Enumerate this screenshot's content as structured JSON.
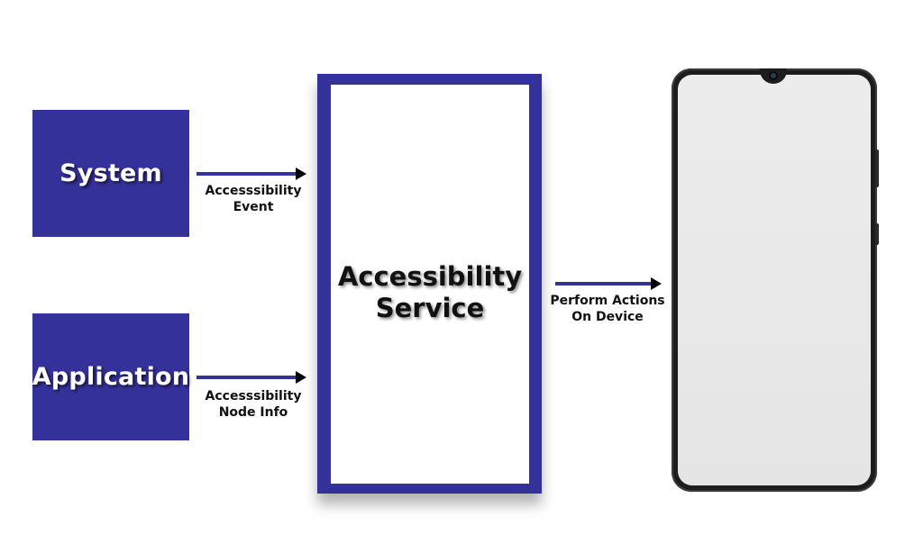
{
  "diagram": {
    "nodes": {
      "system": "System",
      "application": "Application",
      "service": [
        "Accessibility",
        "Service"
      ]
    },
    "edges": {
      "event": [
        "Accesssibility",
        "Event"
      ],
      "node_info": [
        "Accesssibility",
        "Node Info"
      ],
      "actions": [
        "Perform Actions",
        "On Device"
      ]
    }
  },
  "colors": {
    "box_fill": "#35319a",
    "arrow_head": "#000000",
    "text": "#111111"
  },
  "icons": {
    "device": "smartphone-icon"
  }
}
